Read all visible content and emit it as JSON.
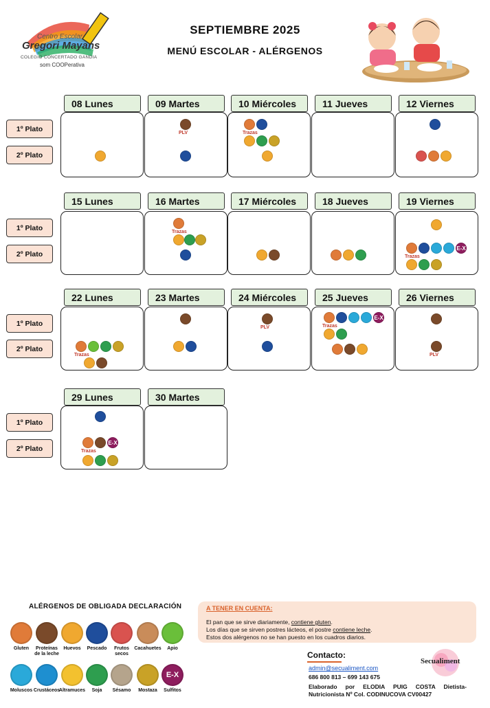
{
  "header": {
    "logo_line1": "Centro Escolar",
    "logo_line2": "Gregori Mayans",
    "logo_line3": "COLEGIO CONCERTADO     GANDIA",
    "logo_line4": "som COOPerativa",
    "title": "SEPTIEMBRE 2025",
    "subtitle": "MENÚ ESCOLAR - ALÉRGENOS"
  },
  "rows_labels": {
    "plato1": "1º Plato",
    "plato2": "2º Plato"
  },
  "weeks": [
    {
      "days": [
        {
          "label": "08   Lunes"
        },
        {
          "label": "09  Martes"
        },
        {
          "label": "10  Miércoles"
        },
        {
          "label": "11    Jueves"
        },
        {
          "label": "12  Viernes"
        }
      ]
    },
    {
      "days": [
        {
          "label": "15    Lunes"
        },
        {
          "label": "16  Martes"
        },
        {
          "label": "17  Miércoles"
        },
        {
          "label": "18    Jueves"
        },
        {
          "label": "19  Viernes"
        }
      ]
    },
    {
      "days": [
        {
          "label": "22    Lunes"
        },
        {
          "label": "23  Martes"
        },
        {
          "label": "24  Miércoles"
        },
        {
          "label": "25    Jueves"
        },
        {
          "label": "26  Viernes"
        }
      ]
    },
    {
      "days": [
        {
          "label": "29    Lunes"
        },
        {
          "label": "30  Martes"
        }
      ]
    }
  ],
  "notes": {
    "plv": "PLV",
    "trazas": "Trazas"
  },
  "legend": {
    "title": "ALÉRGENOS DE OBLIGADA DECLARACIÓN",
    "items": [
      {
        "label": "Gluten",
        "color": "#e07b39"
      },
      {
        "label": "Proteínas de la leche",
        "color": "#7a4a2a"
      },
      {
        "label": "Huevos",
        "color": "#f0a830"
      },
      {
        "label": "Pescado",
        "color": "#1f4e9c"
      },
      {
        "label": "Frutos secos",
        "color": "#d9534f"
      },
      {
        "label": "Cacahuetes",
        "color": "#c98c5a"
      },
      {
        "label": "Apio",
        "color": "#6abf3a"
      },
      {
        "label": "Moluscos",
        "color": "#2aa9d9"
      },
      {
        "label": "Crustáceos",
        "color": "#1e8fd0"
      },
      {
        "label": "Altramuces",
        "color": "#f3c12f"
      },
      {
        "label": "Soja",
        "color": "#2e9e4f"
      },
      {
        "label": "Sésamo",
        "color": "#b5a48c"
      },
      {
        "label": "Mostaza",
        "color": "#c9a227"
      },
      {
        "label": "Sulfitos",
        "color": "#8e1d5e"
      }
    ],
    "sulfitos_text": "E-X"
  },
  "notice": {
    "title": "A TENER EN CUENTA:",
    "line1_a": "El pan que se sirve diariamente, ",
    "line1_b": "contiene gluten",
    "line1_c": ".",
    "line2_a": "Los días que se sirven postres lácteos, el postre ",
    "line2_b": "contiene leche",
    "line2_c": ".",
    "line3": "Estos dos alérgenos no se han puesto en los cuadros diarios."
  },
  "contact": {
    "title": "Contacto:",
    "email": "admin@secualiment.com",
    "phones": "686 800 813 – 699 143 675",
    "elaborado": "Elaborado por ELODIA PUIG COSTA Dietista-Nutricionista Nº Col. CODINUCOVA CV00427",
    "brand": "Secualiment"
  }
}
